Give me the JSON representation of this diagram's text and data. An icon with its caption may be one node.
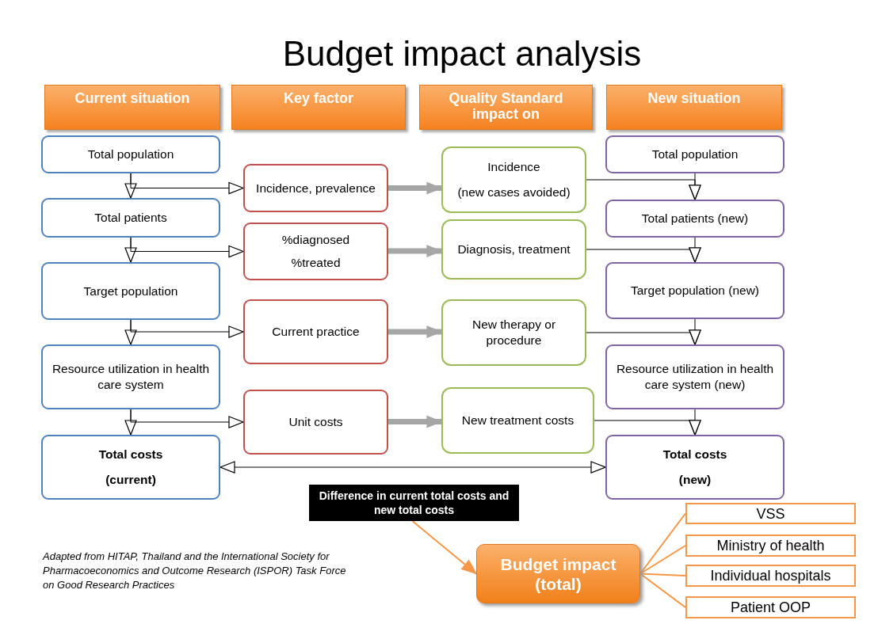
{
  "diagram": {
    "title": "Budget impact analysis",
    "caption": "Adapted from HITAP, Thailand and the International Society for Pharmacoeconomics and Outcome Research (ISPOR) Task Force on Good Research Practices",
    "nodes": [
      {
        "text": [
          "Current situation"
        ]
      },
      {
        "text": [
          "Key factor"
        ]
      },
      {
        "text": [
          "Quality Standard impact on"
        ]
      },
      {
        "text": [
          "New situation"
        ]
      },
      {
        "text": [
          "Total population"
        ]
      },
      {
        "text": [
          "Total population"
        ]
      },
      {
        "text": [
          "Incidence, prevalence"
        ]
      },
      {
        "text": [
          "Incidence",
          "(new cases avoided)"
        ]
      },
      {
        "text": [
          "Total patients"
        ]
      },
      {
        "text": [
          "Total patients (new)"
        ]
      },
      {
        "text": [
          "%diagnosed",
          "%treated"
        ]
      },
      {
        "text": [
          "Diagnosis, treatment"
        ]
      },
      {
        "text": [
          "Target population"
        ]
      },
      {
        "text": [
          "Target population (new)"
        ]
      },
      {
        "text": [
          "Current practice"
        ]
      },
      {
        "text": [
          "New therapy or procedure"
        ]
      },
      {
        "text": [
          "Resource utilization in health care system"
        ]
      },
      {
        "text": [
          "Resource utilization in health care system (new)"
        ]
      },
      {
        "text": [
          "Unit costs"
        ]
      },
      {
        "text": [
          "New treatment costs"
        ]
      },
      {
        "text": [
          "Total costs",
          "(current)"
        ]
      },
      {
        "text": [
          "Total costs",
          "(new)"
        ]
      },
      {
        "text": [
          "Difference in current total costs and new total costs"
        ]
      },
      {
        "text": [
          "VSS"
        ]
      },
      {
        "text": [
          "Ministry of health"
        ]
      },
      {
        "text": [
          "Budget impact (total)"
        ]
      },
      {
        "text": [
          "Individual hospitals"
        ]
      },
      {
        "text": [
          "Patient OOP"
        ]
      }
    ],
    "edges": [
      {
        "from": 4,
        "to": 8,
        "arrow": "to"
      },
      {
        "from": 8,
        "to": 12,
        "arrow": "to"
      },
      {
        "from": 12,
        "to": 16,
        "arrow": "to"
      },
      {
        "from": 16,
        "to": 20,
        "arrow": "to"
      },
      {
        "from": 4,
        "to": 6,
        "arrow": "to"
      },
      {
        "from": 8,
        "to": 10,
        "arrow": "to"
      },
      {
        "from": 12,
        "to": 14,
        "arrow": "to"
      },
      {
        "from": 16,
        "to": 18,
        "arrow": "to"
      },
      {
        "from": 6,
        "to": 7,
        "arrow": "to",
        "style": "thick",
        "color": "#a6a6a6"
      },
      {
        "from": 10,
        "to": 11,
        "arrow": "to",
        "style": "thick",
        "color": "#a6a6a6"
      },
      {
        "from": 14,
        "to": 15,
        "arrow": "to",
        "style": "thick",
        "color": "#a6a6a6"
      },
      {
        "from": 18,
        "to": 19,
        "arrow": "to",
        "style": "thick",
        "color": "#a6a6a6"
      },
      {
        "from": 7,
        "to": 9,
        "arrow": "to"
      },
      {
        "from": 11,
        "to": 13,
        "arrow": "to"
      },
      {
        "from": 15,
        "to": 17,
        "arrow": "to"
      },
      {
        "from": 19,
        "to": 21,
        "arrow": "to"
      },
      {
        "from": 5,
        "to": 9,
        "arrow": "to"
      },
      {
        "from": 9,
        "to": 13,
        "arrow": "to"
      },
      {
        "from": 13,
        "to": 17,
        "arrow": "to"
      },
      {
        "from": 17,
        "to": 21,
        "arrow": "to"
      },
      {
        "from": 20,
        "to": 21,
        "arrow": "both"
      },
      {
        "from": 22,
        "to": 25,
        "arrow": "to",
        "color": "#f79646"
      },
      {
        "from": 25,
        "to": 23,
        "arrow": "none",
        "color": "#f79646"
      },
      {
        "from": 25,
        "to": 24,
        "arrow": "none",
        "color": "#f79646"
      },
      {
        "from": 25,
        "to": 26,
        "arrow": "none",
        "color": "#f79646"
      },
      {
        "from": 25,
        "to": 27,
        "arrow": "none",
        "color": "#f79646"
      }
    ]
  }
}
